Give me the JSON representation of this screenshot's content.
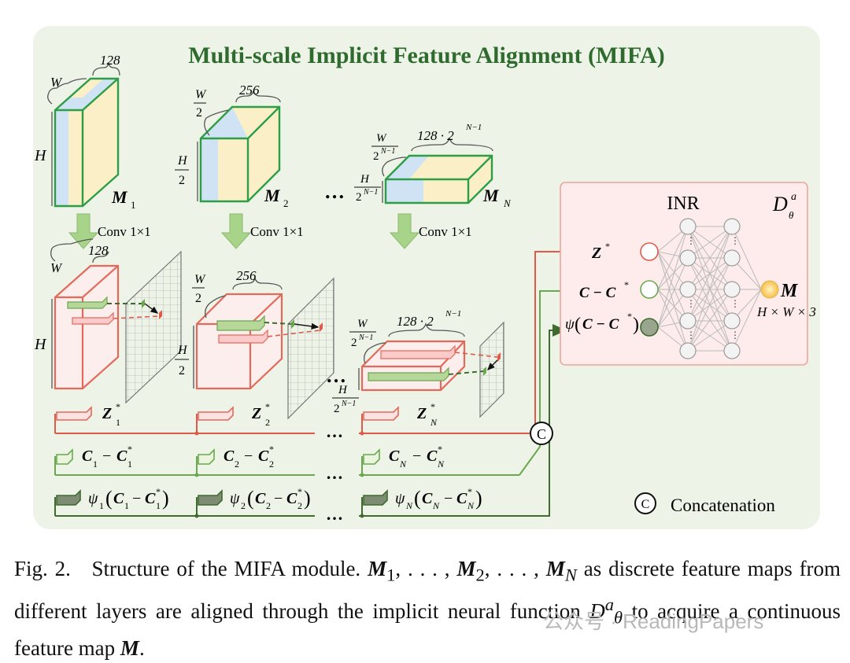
{
  "title": "Multi-scale Implicit Feature Alignment (MIFA)",
  "top_maps": [
    {
      "depth": "128",
      "w": "W",
      "h": "H",
      "name": "M",
      "sub": "1"
    },
    {
      "depth": "256",
      "w_num": "W",
      "w_den": "2",
      "h_num": "H",
      "h_den": "2",
      "name": "M",
      "sub": "2"
    },
    {
      "depth": "128 · 2",
      "depth_sup": "N−1",
      "w_num": "W",
      "w_den": "2",
      "w_den_sup": "N−1",
      "h_num": "H",
      "h_den": "2",
      "h_den_sup": "N−1",
      "name": "M",
      "sub": "N"
    }
  ],
  "conv_label": "Conv 1×1",
  "ellipsis": "…",
  "mid_maps": [
    {
      "depth": "128",
      "w": "W",
      "h": "H"
    },
    {
      "depth": "256",
      "w_num": "W",
      "w_den": "2",
      "h_num": "H",
      "h_den": "2"
    },
    {
      "depth": "128 · 2",
      "depth_sup": "N−1",
      "w_num": "W",
      "w_den": "2",
      "w_den_sup": "N−1",
      "h_num": "H",
      "h_den": "2",
      "h_den_sup": "N−1"
    }
  ],
  "rows": {
    "z": [
      "Z",
      "Z",
      "Z"
    ],
    "z_sub": [
      "1",
      "2",
      "N"
    ],
    "c": [
      "C",
      "C",
      "C"
    ],
    "psi": [
      "ψ",
      "ψ",
      "ψ"
    ]
  },
  "concat_symbol": "C",
  "legend_label": "Concatenation",
  "inr": {
    "label": "INR",
    "d_label": "D",
    "d_sup": "a",
    "d_sub": "θ",
    "inputs": [
      "Z*",
      "C − C*",
      "ψ(C − C*)"
    ],
    "output": "M",
    "output_dims": "H × W × 3"
  },
  "caption": {
    "fig": "Fig. 2.",
    "text_a": "Structure of the MIFA module.",
    "m1": "M",
    "m1_sub": "1",
    "m2": "M",
    "m2_sub": "2",
    "dots": ", . . . ,",
    "mn": "M",
    "mn_sub": "N",
    "text_b": "as discrete feature maps from different layers are aligned through the implicit neural function",
    "d": "D",
    "d_sup": "a",
    "d_sub": "θ",
    "text_c": "to acquire a continuous feature map",
    "m": "M",
    "period": "."
  },
  "watermark": "公众号 · ReadingPapers",
  "colors": {
    "panel_bg": "#edf4e7",
    "green_edge": "#2e9e46",
    "red_edge": "#e26a5a",
    "blue_fill": "#cfe3f5",
    "yellow_fill": "#fbefc8",
    "pink_fill": "#fdeeee",
    "inr_bg": "#fdeceb",
    "title": "#2f6b2f",
    "arrow_green": "#9ccf7c",
    "line_red": "#e05a4a",
    "line_green": "#6aa84f",
    "line_dark": "#3f6b2f"
  }
}
